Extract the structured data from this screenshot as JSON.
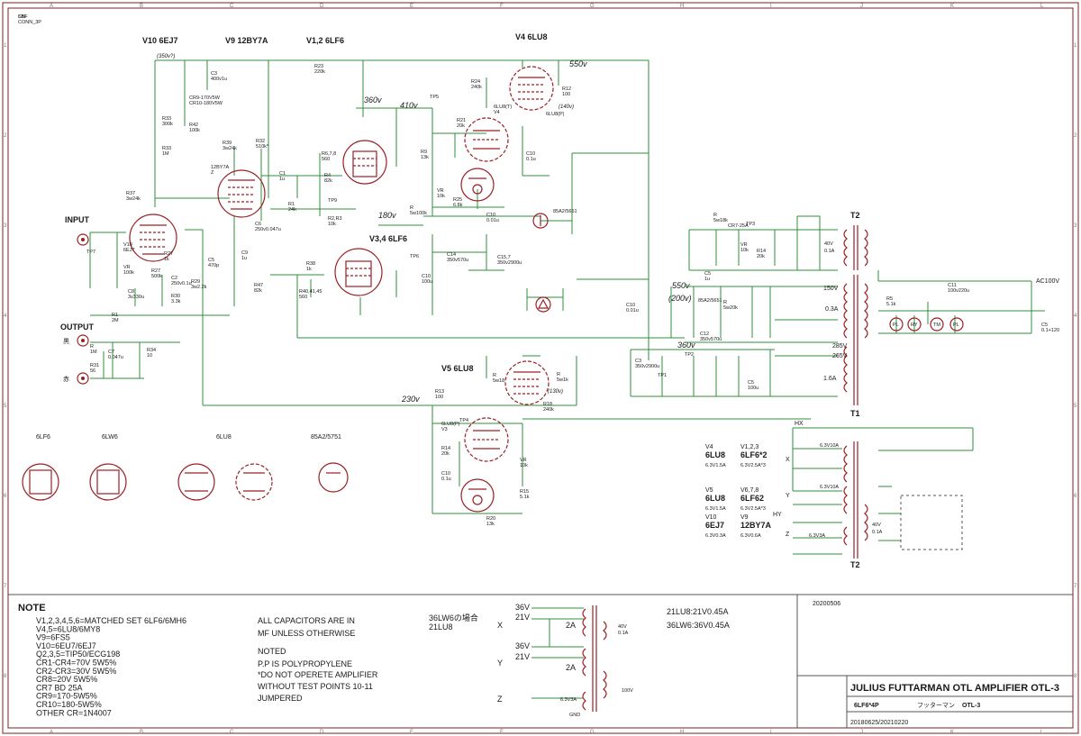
{
  "sheet": {
    "date_top": "20200506",
    "title": "JULIUS FUTTARMAN OTL AMPLIFIER OTL-3",
    "subtitle_left": "6LF6*4P",
    "subtitle_jp": "フッターマン",
    "subtitle_right": "OTL-3",
    "dates": "20180625/20210220",
    "grid_cols": [
      "A",
      "B",
      "C",
      "D",
      "E",
      "F",
      "G",
      "H",
      "I",
      "J",
      "K",
      "L"
    ],
    "grid_rows": [
      "1",
      "2",
      "3",
      "4",
      "5",
      "6",
      "7",
      "8"
    ]
  },
  "headings": {
    "v10": "V10 6EJ7",
    "v9": "V9 12BY7A",
    "v12": "V1,2 6LF6",
    "v4": "V4 6LU8",
    "v34": "V3,4 6LF6",
    "v5": "V5 6LU8",
    "input": "INPUT",
    "output": "OUTPUT",
    "t2": "T2",
    "t1": "T1",
    "t2b": "T2",
    "ac": "AC100V",
    "hx": "HX",
    "hy": "HY"
  },
  "voltages": {
    "v350": "(350v?)",
    "v360a": "360v",
    "v410": "410v",
    "v180": "180v",
    "v550a": "550v",
    "v550b": "550v",
    "v200": "(200v)",
    "v360b": "360v",
    "v230": "230v",
    "v140": "(140v)",
    "v130": "(130v)"
  },
  "components": [
    {
      "t": "R23",
      "v": "220k"
    },
    {
      "t": "C3",
      "v": "400v1u"
    },
    {
      "t": "CR9-170V5W",
      "v": "CR10-180V5W"
    },
    {
      "t": "R42",
      "v": "100k"
    },
    {
      "t": "R33",
      "v": "300k"
    },
    {
      "t": "R33",
      "v": "1M"
    },
    {
      "t": "R39",
      "v": "3w24k"
    },
    {
      "t": "R32",
      "v": "510k*"
    },
    {
      "t": "12BY7A",
      "v": "Z"
    },
    {
      "t": "C1",
      "v": "1u"
    },
    {
      "t": "R6,7,8",
      "v": "560"
    },
    {
      "t": "R4",
      "v": "82k"
    },
    {
      "t": "TP9",
      "v": ""
    },
    {
      "t": "R1",
      "v": "24k"
    },
    {
      "t": "R2,R3",
      "v": "10k"
    },
    {
      "t": "C6",
      "v": "250v0.047u"
    },
    {
      "t": "R24",
      "v": "240k"
    },
    {
      "t": "R12",
      "v": "100"
    },
    {
      "t": "6LU8(T)",
      "v": "V4"
    },
    {
      "t": "6LU8(P)",
      "v": ""
    },
    {
      "t": "TP5",
      "v": ""
    },
    {
      "t": "R21",
      "v": "20k"
    },
    {
      "t": "C10",
      "v": "0.1u"
    },
    {
      "t": "R9",
      "v": "13k"
    },
    {
      "t": "VR",
      "v": "10k"
    },
    {
      "t": "R25",
      "v": "6.8k"
    },
    {
      "t": "C10",
      "v": "0.01u"
    },
    {
      "t": "85A2/5651",
      "v": ""
    },
    {
      "t": "R",
      "v": "5w100k"
    },
    {
      "t": "TP6",
      "v": ""
    },
    {
      "t": "C14",
      "v": "350v570u"
    },
    {
      "t": "C15,7",
      "v": "350v2900u"
    },
    {
      "t": "C10",
      "v": "100u"
    },
    {
      "t": "R38",
      "v": "1k"
    },
    {
      "t": "R40,41,45",
      "v": "560"
    },
    {
      "t": "R47",
      "v": "82k"
    },
    {
      "t": "C9",
      "v": "1u"
    },
    {
      "t": "R37",
      "v": "3w24k"
    },
    {
      "t": "TP7",
      "v": ""
    },
    {
      "t": "V10",
      "v": "6EJ7"
    },
    {
      "t": "VR",
      "v": "100k"
    },
    {
      "t": "R27",
      "v": "1k"
    },
    {
      "t": "R27",
      "v": "500k"
    },
    {
      "t": "C2",
      "v": "250v0.1u"
    },
    {
      "t": "R30",
      "v": "3.3k"
    },
    {
      "t": "C8",
      "v": "3v330u"
    },
    {
      "t": "C5",
      "v": "470p"
    },
    {
      "t": "R29",
      "v": "3w2.2k"
    },
    {
      "t": "R1",
      "v": "2M"
    },
    {
      "t": "R",
      "v": "1M"
    },
    {
      "t": "R31",
      "v": "56"
    },
    {
      "t": "C7",
      "v": "0.047u"
    },
    {
      "t": "R34",
      "v": "10"
    },
    {
      "t": "R",
      "v": "5w18"
    },
    {
      "t": "R",
      "v": "5w1k"
    },
    {
      "t": "R18",
      "v": "240k"
    },
    {
      "t": "R13",
      "v": "100"
    },
    {
      "t": "6LU8(P)",
      "v": "V3"
    },
    {
      "t": "TP4",
      "v": ""
    },
    {
      "t": "R14",
      "v": "20k"
    },
    {
      "t": "C10",
      "v": "0.1u"
    },
    {
      "t": "VR",
      "v": "10k"
    },
    {
      "t": "R15",
      "v": "5.1k"
    },
    {
      "t": "R20",
      "v": "13k"
    },
    {
      "t": "C10",
      "v": "0.01u"
    },
    {
      "t": "85A2/5651",
      "v": ""
    },
    {
      "t": "R",
      "v": "5w20k"
    },
    {
      "t": "C5",
      "v": "1u"
    },
    {
      "t": "C12",
      "v": "350v570u"
    },
    {
      "t": "TP2",
      "v": ""
    },
    {
      "t": "TP1",
      "v": ""
    },
    {
      "t": "C3",
      "v": "350v2900u"
    },
    {
      "t": "C5",
      "v": "100u"
    },
    {
      "t": "R",
      "v": "5w18k"
    },
    {
      "t": "CR7-25A",
      "v": ""
    },
    {
      "t": "TP3",
      "v": ""
    },
    {
      "t": "VR",
      "v": "10k"
    },
    {
      "t": "R14",
      "v": "20k"
    },
    {
      "t": "R5",
      "v": "5.1k"
    },
    {
      "t": "C11",
      "v": "100v220u"
    },
    {
      "t": "C5",
      "v": "0.1+120"
    },
    {
      "t": "SBF",
      "v": ""
    },
    {
      "t": "CN",
      "v": "CONN_3P"
    }
  ],
  "transformer_labels": {
    "t2_40v": "40V",
    "t2_01a": "0.1A",
    "t1_150v": "150V",
    "t1_03a": "0.3A",
    "t1_285v": "285V",
    "t1_265v": "265V",
    "t1_16a": "1.6A",
    "x_63v": "6.3V10A",
    "y_63v": "6.3V10A",
    "z_63v": "6.3V3A",
    "t2b_40v": "40V",
    "t2b_01a": "0.1A"
  },
  "heater_table": [
    {
      "tube": "V4",
      "type": "6LU8",
      "rating": "6.3V1.5A"
    },
    {
      "tube": "V1,2,3",
      "type": "6LF6*2",
      "rating": "6.3V2.5A*3"
    },
    {
      "tube": "V5",
      "type": "6LU8",
      "rating": "6.3V1.5A"
    },
    {
      "tube": "V6,7,8",
      "type": "6LF62",
      "rating": "6.3V2.5A*3"
    },
    {
      "tube": "V10",
      "type": "6EJ7",
      "rating": "6.3V0.3A"
    },
    {
      "tube": "V9",
      "type": "12BY7A",
      "rating": "6.3V0.6A"
    }
  ],
  "pinout_labels": [
    "6LF6",
    "6LW6",
    "6LU8",
    "85A2/5751"
  ],
  "notes": {
    "heading": "NOTE",
    "lines": [
      "V1,2,3,4,5,6=MATCHED SET 6LF6/6MH6",
      "V4,5=6LU8/6MY8",
      "V9=6FS5",
      "V10=6EU7/6EJ7",
      "Q2,3,5=TIP50/ECG198",
      "CR1-CR4=70V 5W5%",
      "CR2-CR3=30V 5W5%",
      "CR8=20V 5W5%",
      "CR7 BD 25A",
      "CR9=170-5W5%",
      "CR10=180-5W5%",
      "OTHER CR=1N4007"
    ],
    "mid": [
      "ALL CAPACITORS ARE IN",
      "MF UNLESS OTHERWISE",
      "NOTED",
      "P.P IS POLYPROPYLENE",
      "*DO NOT OPERETE AMPLIFIER",
      "WITHOUT TEST POINTS 10-11",
      "JUMPERED"
    ]
  },
  "lower_transformer": {
    "case_jp": "36LW6の場合",
    "case_tube": "21LU8",
    "x": "X",
    "y": "Y",
    "z": "Z",
    "x36": "36V",
    "x21": "21V",
    "x2a": "2A",
    "y36": "36V",
    "y21": "21V",
    "y2a": "2A",
    "z63": "6.3V3A",
    "s40": "40V",
    "s01": "0.1A",
    "s100": "100V",
    "gnd": "GND",
    "r1": "21LU8:21V0.45A",
    "r2": "36LW6:36V0.45A"
  }
}
